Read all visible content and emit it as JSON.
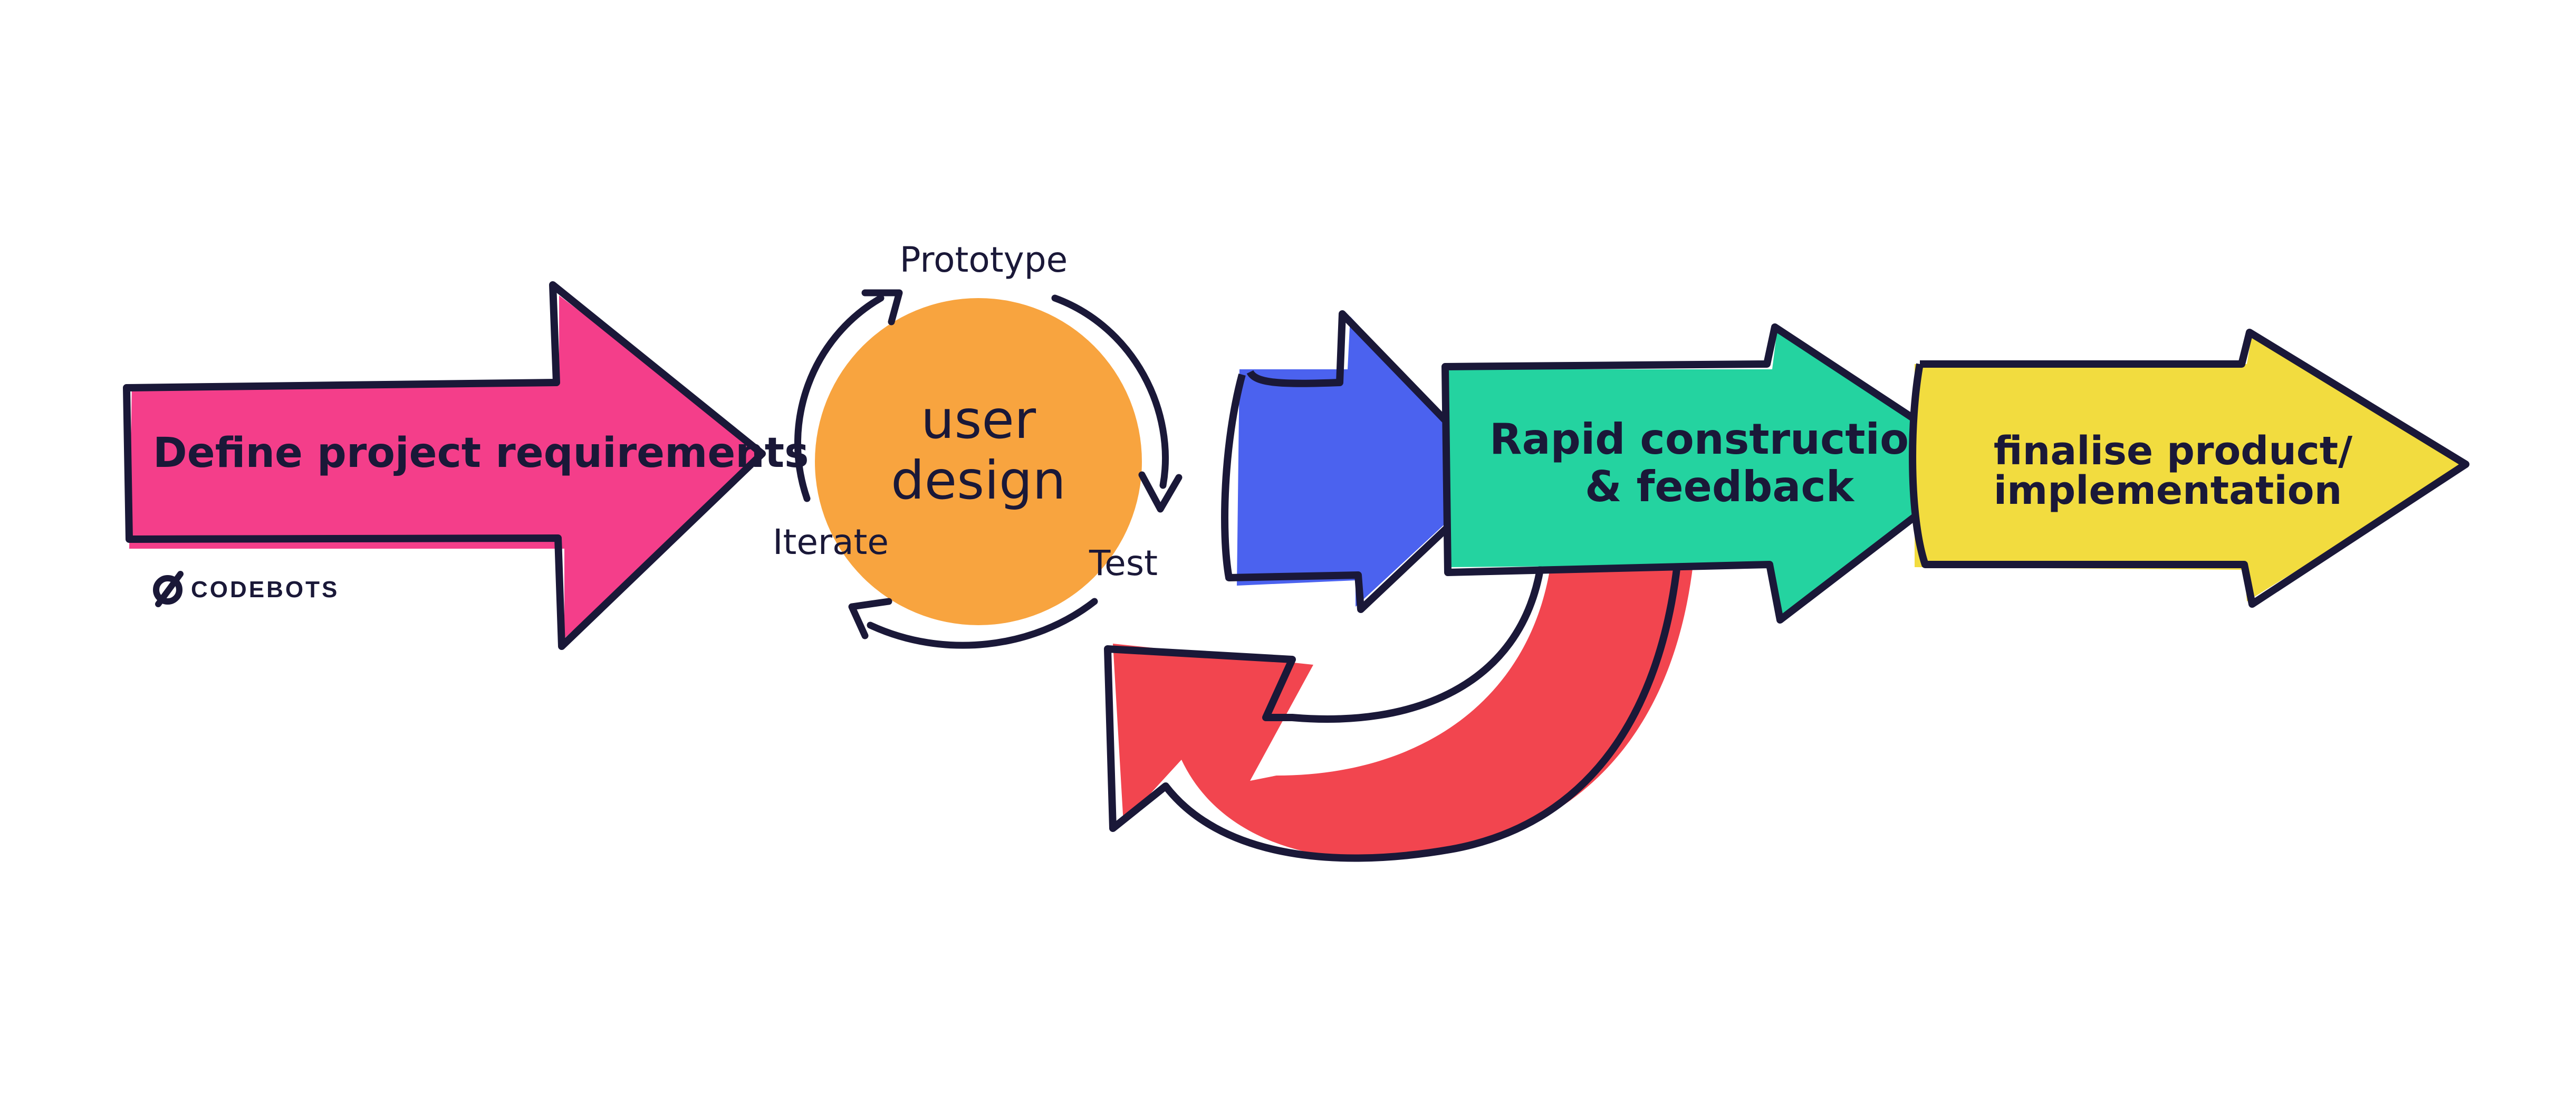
{
  "arrows": {
    "define": {
      "label": "Define project requirements",
      "color": "#f43e8a"
    },
    "construction": {
      "label_line1": "Rapid construction",
      "label_line2": "& feedback",
      "color": "#24d3a0"
    },
    "finalise": {
      "label_line1": "finalise product/",
      "label_line2": "implementation",
      "color": "#f2dc3f"
    },
    "blue_color": "#4b62ef",
    "feedback_loop_color": "#f2454f"
  },
  "user_design": {
    "label_line1": "user",
    "label_line2": "design",
    "color": "#f8a43f",
    "cycle": {
      "prototype": "Prototype",
      "test": "Test",
      "iterate": "Iterate"
    }
  },
  "logo": {
    "text": "CODEBOTS"
  },
  "colors": {
    "outline": "#1a1838"
  }
}
